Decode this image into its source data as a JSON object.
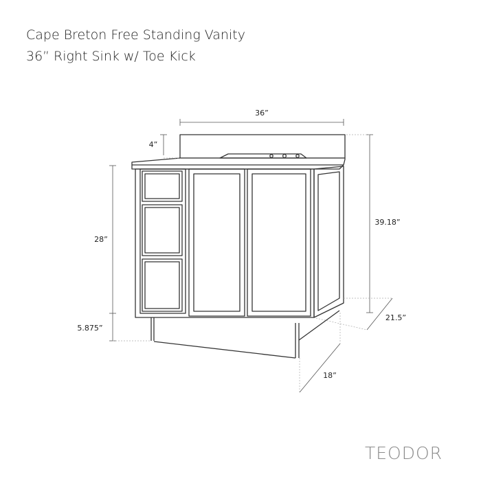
{
  "title": {
    "line1": "Cape Breton Free Standing Vanity",
    "line2": "36” Right Sink w/ Toe Kick"
  },
  "dimensions": {
    "width": "36”",
    "backsplash": "4”",
    "body_height": "28”",
    "total_height": "39.18”",
    "depth": "21.5”",
    "toe_kick": "5.875”",
    "toe_depth": "18”"
  },
  "brand": "TEODOR"
}
